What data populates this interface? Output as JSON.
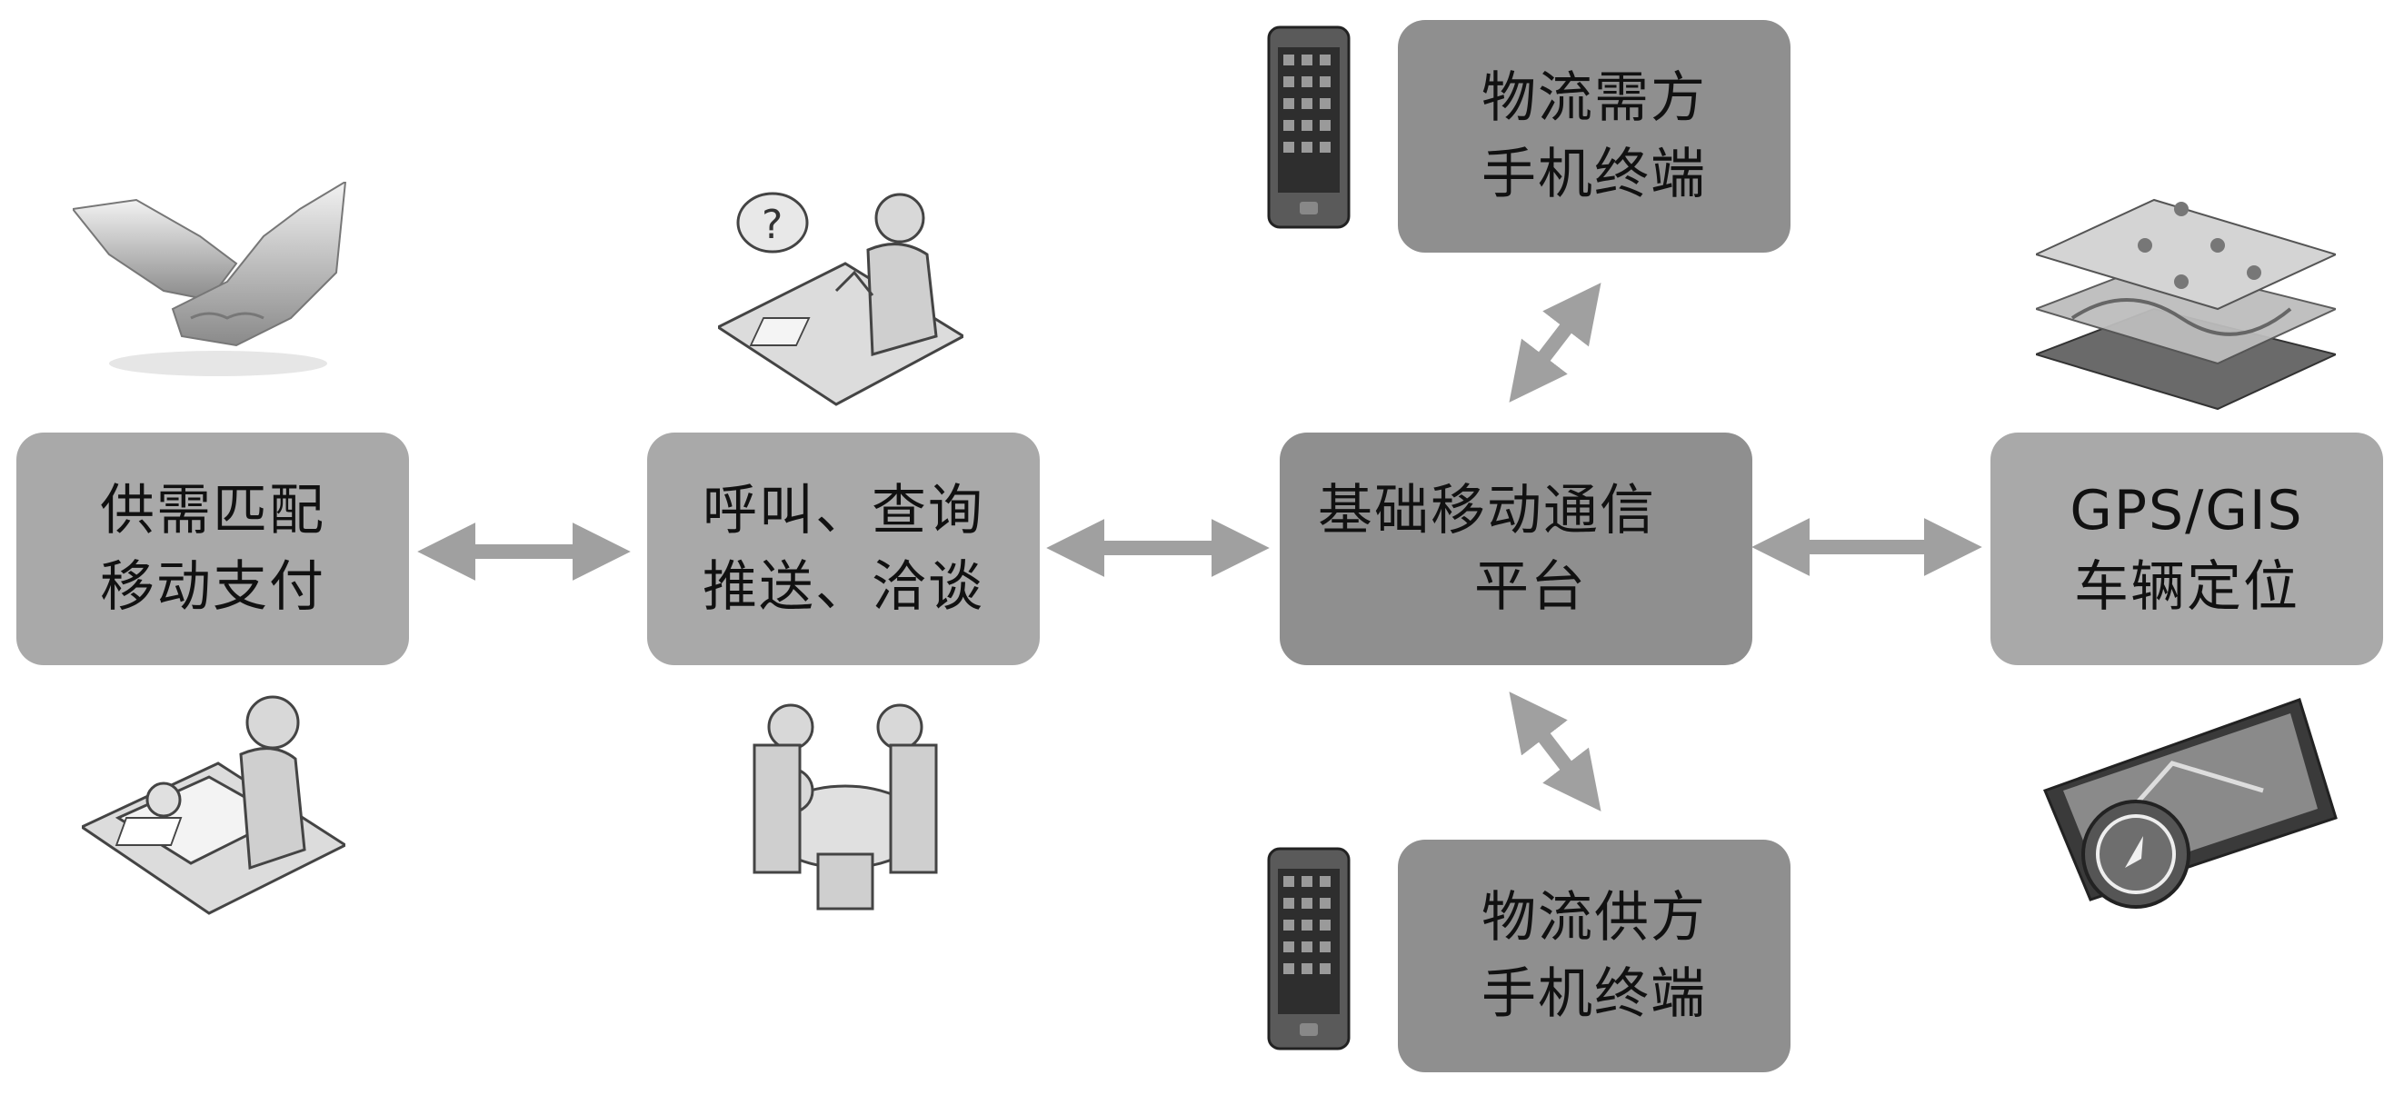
{
  "nodes": {
    "match_pay": {
      "lines": [
        "供需匹配",
        "移动支付"
      ]
    },
    "call_query": {
      "lines": [
        "呼叫、查询",
        "推送、洽谈"
      ]
    },
    "platform": {
      "lines": [
        "基础移动通信",
        "平台"
      ]
    },
    "gps": {
      "lines": [
        "GPS/GIS",
        "车辆定位"
      ]
    },
    "demand": {
      "lines": [
        "物流需方",
        "手机终端"
      ]
    },
    "supply": {
      "lines": [
        "物流供方",
        "手机终端"
      ]
    }
  },
  "icons": [
    "handshake-icon",
    "office-worker-icon",
    "help-desk-icon",
    "meeting-icon",
    "smartphone-icon",
    "map-layers-icon",
    "gps-device-icon"
  ],
  "colors": {
    "box": "#a9a9a9",
    "box_dark": "#8f8f8f",
    "arrow": "#a0a0a0"
  }
}
